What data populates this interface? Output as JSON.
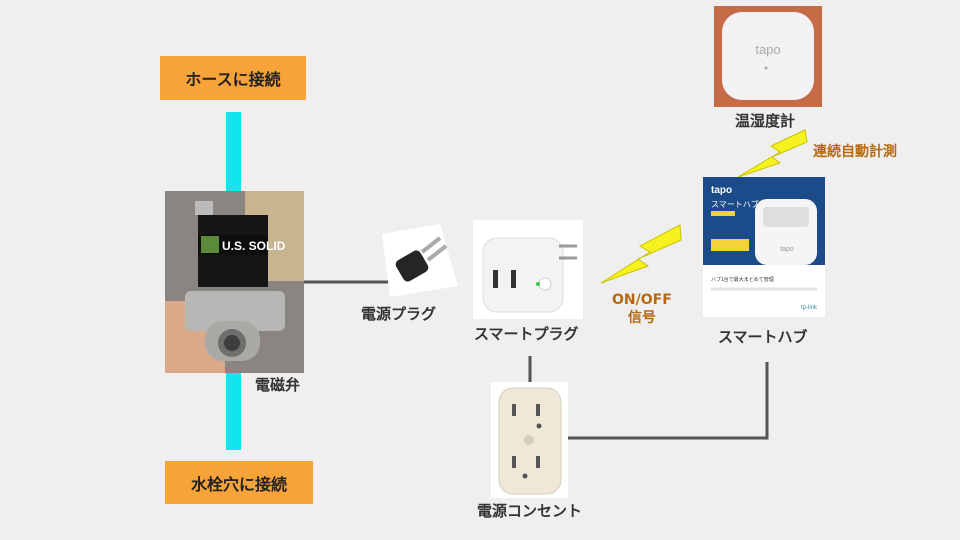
{
  "labels": {
    "hose_connect": "ホースに接続",
    "faucet_connect": "水栓穴に接続",
    "solenoid_valve": "電磁弁",
    "power_plug": "電源プラグ",
    "smart_plug": "スマートプラグ",
    "power_outlet": "電源コンセント",
    "smart_hub": "スマートハブ",
    "thermo_hygrometer": "温湿度計",
    "continuous_measure": "連続自動計測",
    "onoff_line1": "ON/OFF",
    "onoff_line2": "信号"
  },
  "product_text": {
    "valve_brand": "U.S. SOLID",
    "sensor_brand": "tapo",
    "hub_brand": "tapo",
    "hub_name": "スマートハブ",
    "hub_device_brand": "tapo",
    "hub_maker": "tp-link",
    "hub_feature": "ハブ1台で最大まとめて管理"
  },
  "colors": {
    "background": "#efefef",
    "label_box": "#f6a33a",
    "pipe": "#11e6ee",
    "wire": "#555555",
    "lightning": "#f6f21f",
    "accent_text": "#b8690f"
  }
}
